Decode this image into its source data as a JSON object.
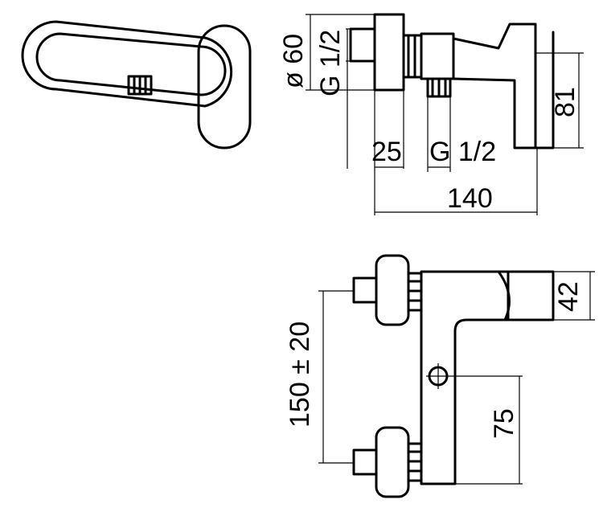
{
  "drawing": {
    "views": [
      "top-view",
      "side-view",
      "front-view"
    ],
    "dimensions": {
      "diameter": "ø 60",
      "thread_in": "G 1/2",
      "thread_out": "G 1/2",
      "height_81": "81",
      "width_25": "25",
      "width_140": "140",
      "height_42": "42",
      "center_150": "150 ± 20",
      "height_75": "75"
    }
  }
}
